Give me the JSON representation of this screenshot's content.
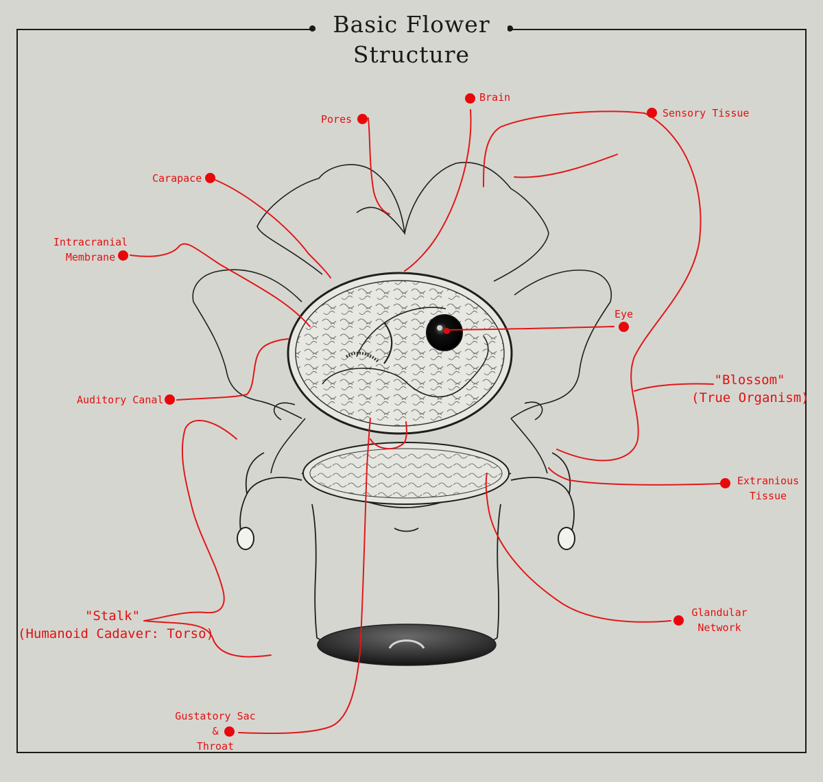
{
  "title": {
    "line1": "Basic Flower",
    "line2": "Structure"
  },
  "labels": {
    "pores": "Pores",
    "brain": "Brain",
    "sensory_tissue": "Sensory Tissue",
    "carapace": "Carapace",
    "intracranial_1": "Intracranial",
    "intracranial_2": "Membrane",
    "eye": "Eye",
    "blossom_1": "\"Blossom\"",
    "blossom_2": "(True Organism)",
    "auditory_canal": "Auditory Canal",
    "extranious_1": "Extranious",
    "extranious_2": "Tissue",
    "stalk_1": "\"Stalk\"",
    "stalk_2": "(Humanoid Cadaver: Torso)",
    "glandular_1": "Glandular",
    "glandular_2": "Network",
    "gustatory_1": "Gustatory Sac",
    "gustatory_2": "&",
    "gustatory_3": "Throat"
  },
  "colors": {
    "background": "#d6d6d0",
    "ink": "#1a1a1a",
    "annotation": "#e01010"
  }
}
